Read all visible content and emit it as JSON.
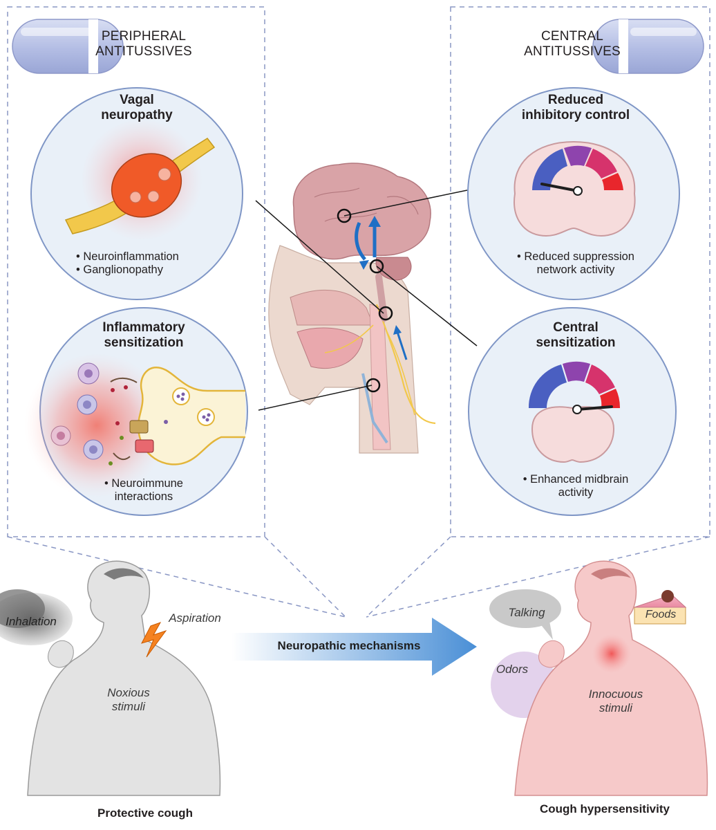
{
  "peripheral": {
    "title_line1": "PERIPHERAL",
    "title_line2": "ANTITUSSIVES",
    "vagal": {
      "heading_line1": "Vagal",
      "heading_line2": "neuropathy",
      "bullet1": "• Neuroinflammation",
      "bullet2": "• Ganglionopathy"
    },
    "inflammatory": {
      "heading_line1": "Inflammatory",
      "heading_line2": "sensitization",
      "bullet_line1": "• Neuroimmune",
      "bullet_line2": "interactions"
    }
  },
  "central": {
    "title_line1": "CENTRAL",
    "title_line2": "ANTITUSSIVES",
    "inhibitory": {
      "heading_line1": "Reduced",
      "heading_line2": "inhibitory control",
      "bullet_line1": "• Reduced suppression",
      "bullet_line2": "network activity"
    },
    "sensitization": {
      "heading_line1": "Central",
      "heading_line2": "sensitization",
      "bullet_line1": "• Enhanced midbrain",
      "bullet_line2": "activity"
    }
  },
  "bottom": {
    "left": {
      "inhalation": "Inhalation",
      "aspiration": "Aspiration",
      "stimuli_line1": "Noxious",
      "stimuli_line2": "stimuli",
      "caption": "Protective cough"
    },
    "arrow_label": "Neuropathic mechanisms",
    "right": {
      "talking": "Talking",
      "foods": "Foods",
      "odors": "Odors",
      "stimuli_line1": "Innocuous",
      "stimuli_line2": "stimuli",
      "caption": "Cough hypersensitivity"
    }
  },
  "colors": {
    "dash": "#8a97c4",
    "circle_fill": "#e9f0f8",
    "circle_stroke": "#7f96c6",
    "pill": "#b7c1e6",
    "arrow_blue": "#5b9bd5",
    "nerve": "#f2c84b",
    "inflammation": "#f05a28",
    "gauge_blue": "#4a5fc1",
    "gauge_purple": "#8e44ad",
    "gauge_magenta": "#d6336c",
    "gauge_red": "#e8262c",
    "brain": "#d9a3a7",
    "skin_gray": "#e3e3e3",
    "skin_red": "#f6c9c9"
  }
}
